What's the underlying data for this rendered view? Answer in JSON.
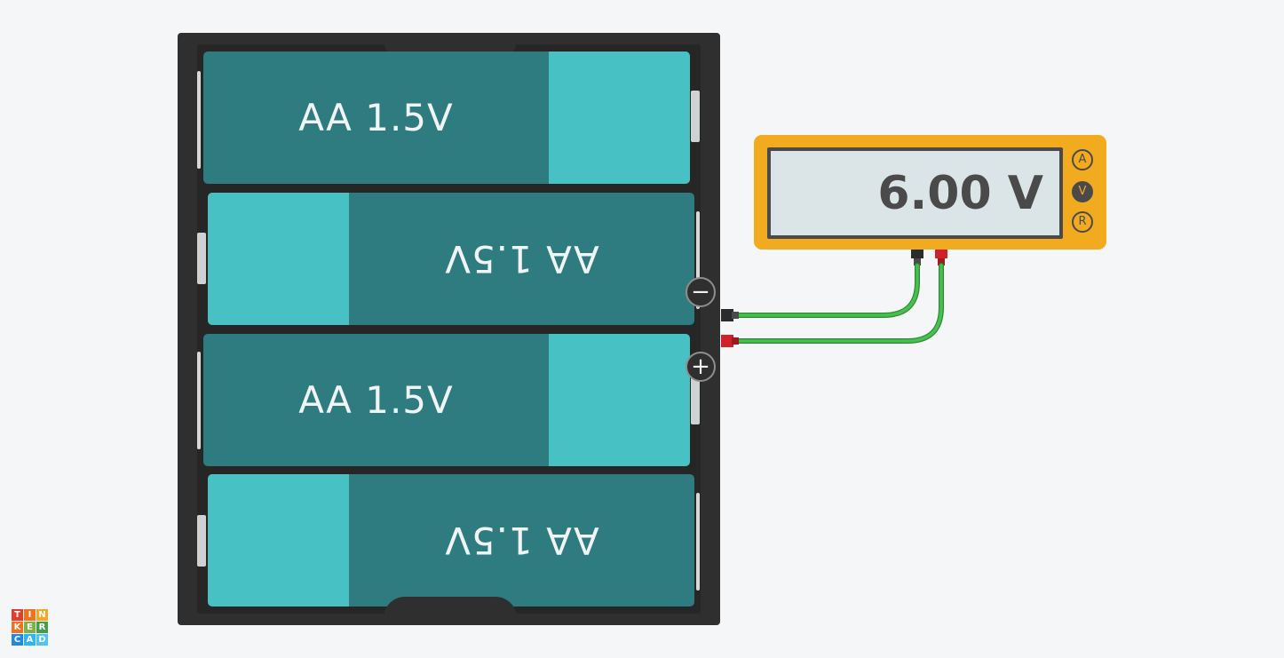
{
  "battery_pack": {
    "batteries": [
      {
        "label": "AA 1.5V",
        "orientation": "normal"
      },
      {
        "label": "AA 1.5V",
        "orientation": "flipped"
      },
      {
        "label": "AA 1.5V",
        "orientation": "normal"
      },
      {
        "label": "AA 1.5V",
        "orientation": "flipped"
      }
    ],
    "negative_symbol": "−",
    "positive_symbol": "+"
  },
  "multimeter": {
    "reading": "6.00 V",
    "modes": [
      "A",
      "V",
      "R"
    ],
    "active_mode": "V"
  },
  "logo": {
    "letters": [
      "T",
      "I",
      "N",
      "K",
      "E",
      "R",
      "C",
      "A",
      "D"
    ]
  },
  "colors": {
    "battery_body": "#2e7b80",
    "battery_positive": "#48c1c5",
    "holder": "#2f2f2f",
    "meter_body": "#f2ab1e",
    "wire": "#3cb043",
    "probe_black": "#2b2b2b",
    "probe_red": "#d0202a"
  }
}
